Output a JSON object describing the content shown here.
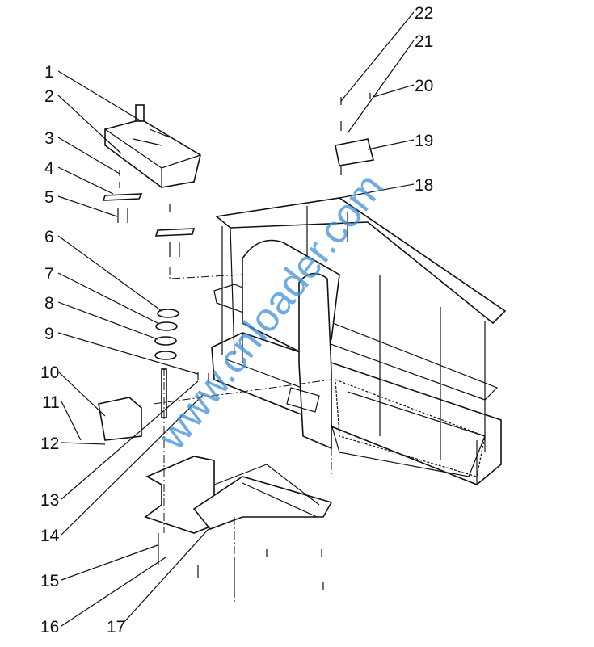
{
  "diagram": {
    "callouts": [
      "1",
      "2",
      "3",
      "4",
      "5",
      "6",
      "7",
      "8",
      "9",
      "10",
      "11",
      "12",
      "13",
      "14",
      "15",
      "16",
      "17",
      "18",
      "19",
      "20",
      "21",
      "22"
    ]
  },
  "watermark": "www.cnloader.com",
  "colors": {
    "watermark": "#3d8fd6",
    "line": "#111111"
  }
}
